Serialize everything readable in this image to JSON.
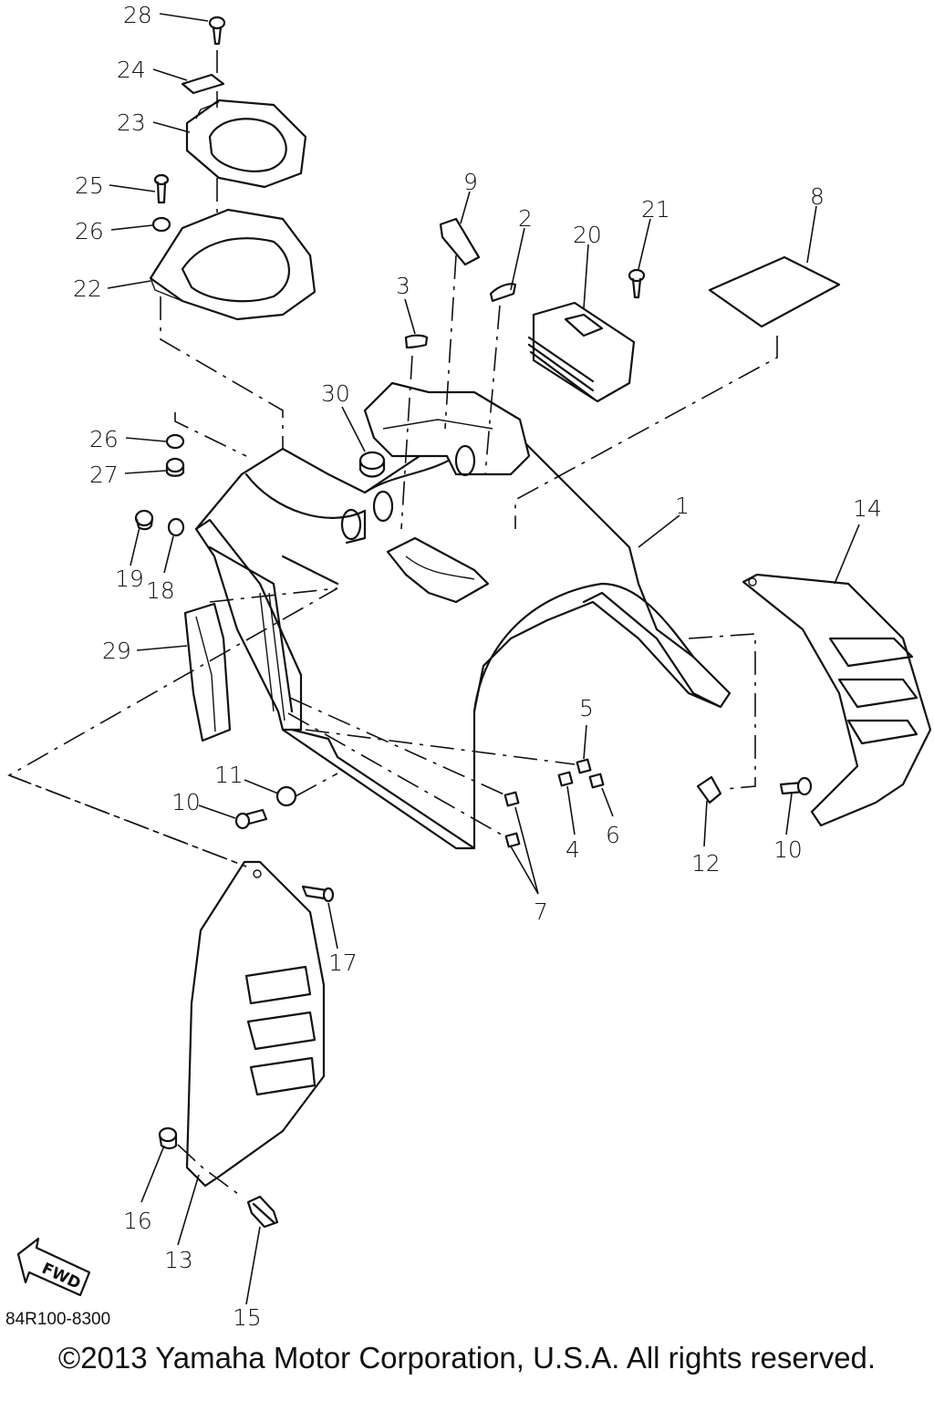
{
  "diagram": {
    "callouts": [
      "28",
      "24",
      "23",
      "25",
      "26",
      "22",
      "9",
      "2",
      "20",
      "21",
      "8",
      "3",
      "30",
      "26",
      "27",
      "19",
      "18",
      "29",
      "1",
      "14",
      "5",
      "4",
      "6",
      "11",
      "10",
      "12",
      "10",
      "7",
      "17",
      "16",
      "13",
      "15"
    ],
    "fwd_label": "FWD",
    "drawing_code": "84R100-8300",
    "copyright": "©2013 Yamaha Motor Corporation, U.S.A. All rights reserved."
  }
}
